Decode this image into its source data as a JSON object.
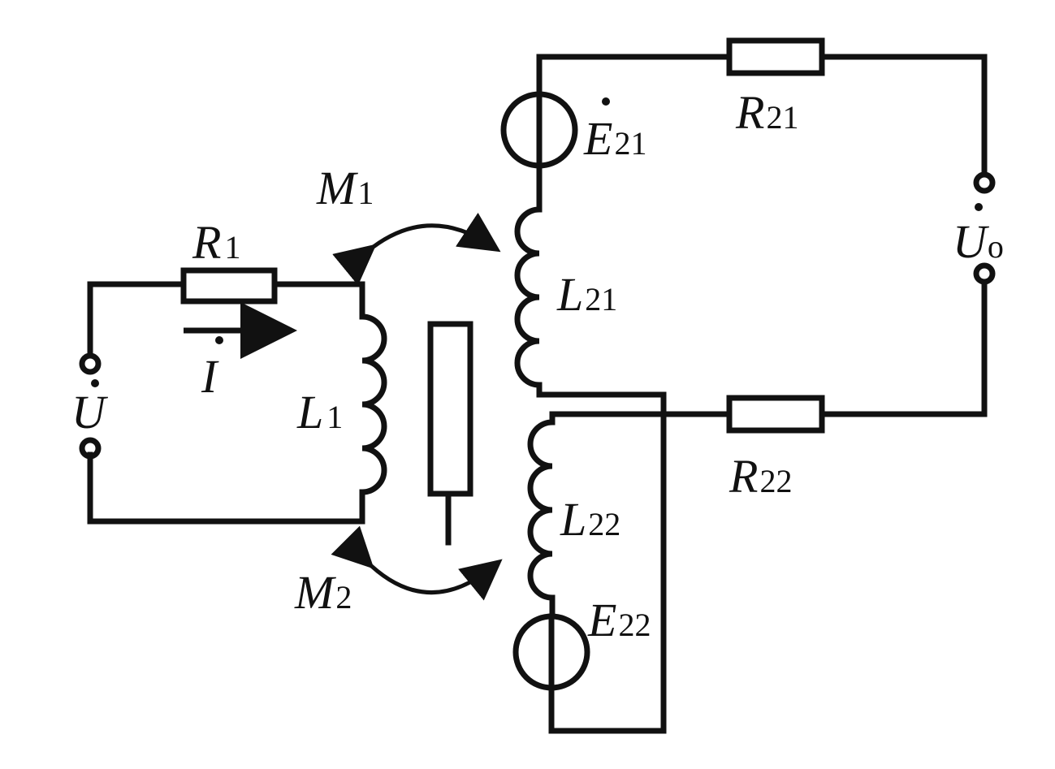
{
  "labels": {
    "R1": {
      "main": "R",
      "sub": "1"
    },
    "L1": {
      "main": "L",
      "sub": "1"
    },
    "I": {
      "main": "I",
      "sub": ""
    },
    "U": {
      "main": "U",
      "sub": ""
    },
    "M1": {
      "main": "M",
      "sub": "1"
    },
    "M2": {
      "main": "M",
      "sub": "2"
    },
    "E21": {
      "main": "E",
      "sub": "21"
    },
    "L21": {
      "main": "L",
      "sub": "21"
    },
    "L22": {
      "main": "L",
      "sub": "22"
    },
    "E22": {
      "main": "E",
      "sub": "22"
    },
    "R21": {
      "main": "R",
      "sub": "21"
    },
    "R22": {
      "main": "R",
      "sub": "22"
    },
    "Uo": {
      "main": "U",
      "sub": "o"
    }
  }
}
